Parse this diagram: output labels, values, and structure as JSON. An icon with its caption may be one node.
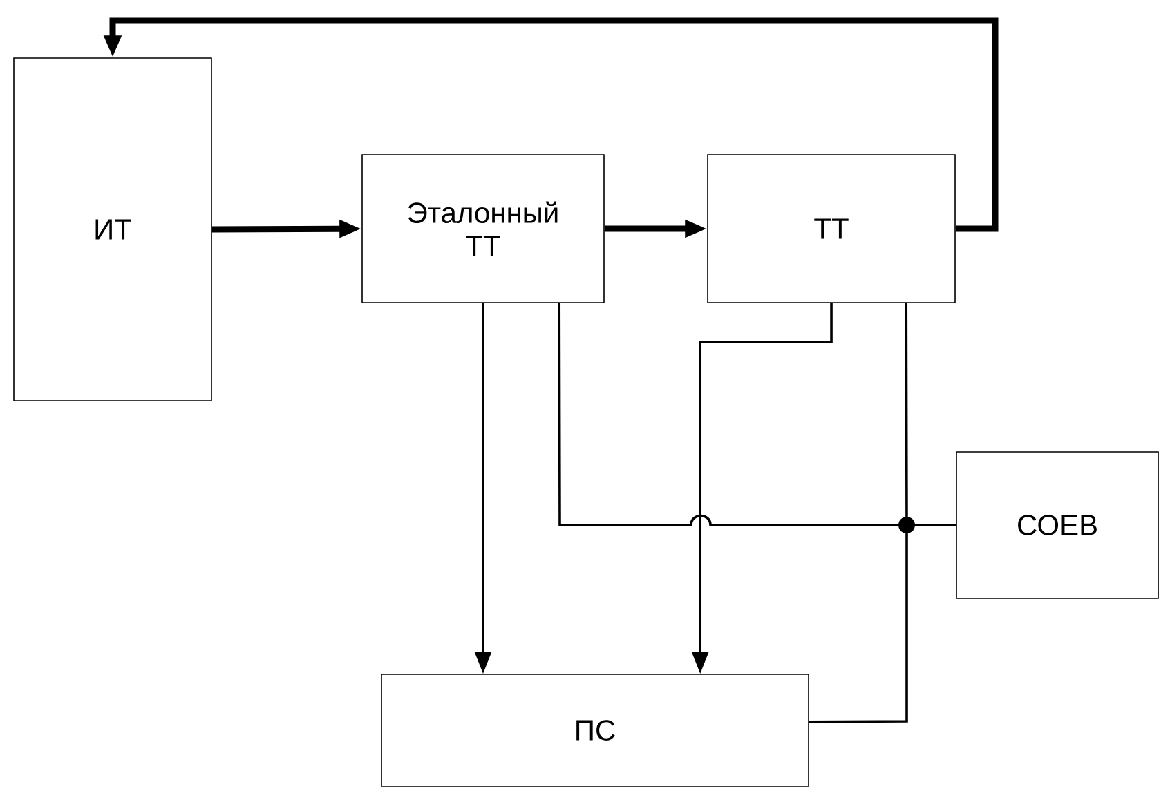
{
  "diagram": {
    "nodes": [
      {
        "text": [
          "ИТ"
        ]
      },
      {
        "text": [
          "Эталонный ТТ"
        ]
      },
      {
        "text": [
          "ТТ"
        ]
      },
      {
        "text": [
          "СОЕВ"
        ]
      },
      {
        "text": [
          "ПС"
        ]
      }
    ],
    "edges": [
      {
        "from": 0,
        "to": 1,
        "arrow": "to",
        "style": "thick"
      },
      {
        "from": 1,
        "to": 2,
        "arrow": "to",
        "style": "thick"
      },
      {
        "from": 2,
        "to": 0,
        "arrow": "to",
        "style": "thick"
      },
      {
        "from": 1,
        "to": 4,
        "arrow": "to"
      },
      {
        "from": 2,
        "to": 4,
        "arrow": "to"
      },
      {
        "from": 1,
        "to": 3,
        "arrow": "none"
      },
      {
        "from": 2,
        "to": 3,
        "arrow": "none"
      },
      {
        "from": 4,
        "to": 3,
        "arrow": "none"
      }
    ]
  }
}
